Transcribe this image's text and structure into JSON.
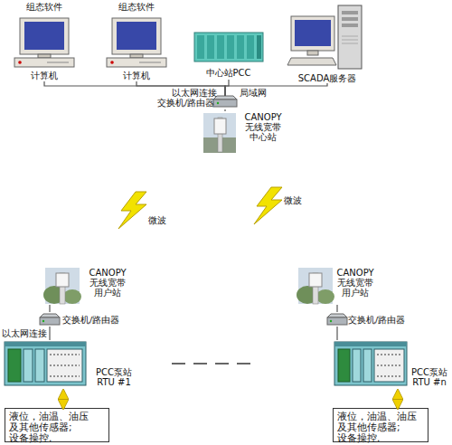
{
  "diagram": {
    "nodes": [
      {
        "text": [
          "组态软件",
          "计算机"
        ]
      },
      {
        "text": [
          "组态软件",
          "计算机"
        ]
      },
      {
        "text": [
          "中心站PCC"
        ]
      },
      {
        "text": [
          "SCADA服务器"
        ]
      },
      {
        "text": [
          "交换机/路由器"
        ]
      },
      {
        "text": [
          "CANOPY 无线宽带 中心站"
        ]
      },
      {
        "text": [
          "CANOPY 无线宽带 用户站"
        ]
      },
      {
        "text": [
          "交换机/路由器"
        ]
      },
      {
        "text": [
          "PCC泵站 RTU #1"
        ]
      },
      {
        "text": [
          "液位，油温、油压 及其他传感器; 设备操控."
        ]
      },
      {
        "text": [
          "CANOPY 无线宽带 用户站"
        ]
      },
      {
        "text": [
          "交换机/路由器"
        ]
      },
      {
        "text": [
          "PCC泵站 RTU #n"
        ]
      },
      {
        "text": [
          "液位，油温、油压 及其他传感器; 设备操控."
        ]
      }
    ],
    "edges": [
      {
        "from": 4,
        "to": 0,
        "arrow": "none"
      },
      {
        "from": 4,
        "to": 1,
        "label": "以太网连接",
        "arrow": "none"
      },
      {
        "from": 4,
        "to": 2,
        "arrow": "none"
      },
      {
        "from": 4,
        "to": 3,
        "label": "局域网",
        "arrow": "none"
      },
      {
        "from": 4,
        "to": 5,
        "arrow": "none"
      },
      {
        "from": 6,
        "to": 7,
        "arrow": "none"
      },
      {
        "from": 7,
        "to": 8,
        "label": "以太网连接",
        "arrow": "none"
      },
      {
        "from": 8,
        "to": 9,
        "arrow": "both"
      },
      {
        "from": 10,
        "to": 11,
        "arrow": "none"
      },
      {
        "from": 11,
        "to": 12,
        "arrow": "none"
      },
      {
        "from": 12,
        "to": 13,
        "arrow": "both"
      }
    ],
    "labels": [
      "微波",
      "微波"
    ]
  }
}
